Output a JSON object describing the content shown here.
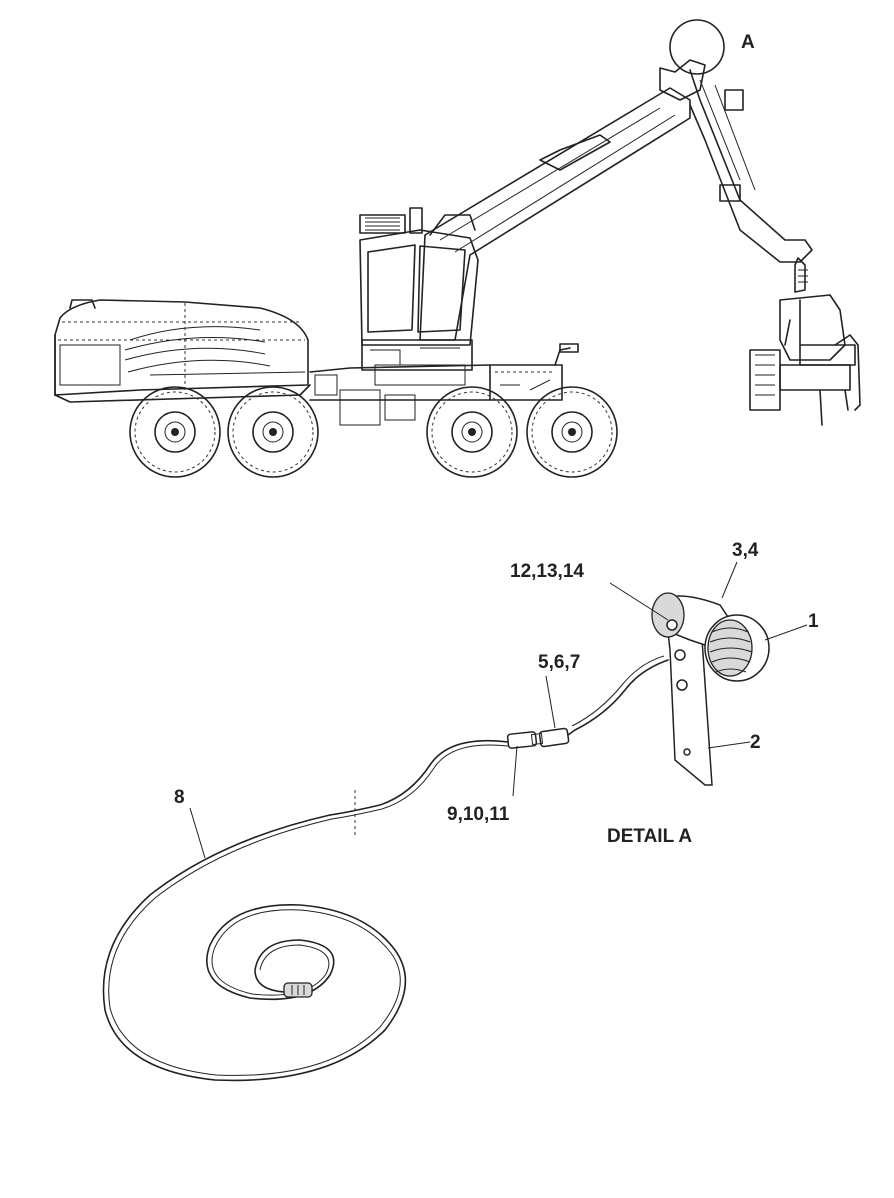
{
  "detail_marker": "A",
  "detail_title": "DETAIL A",
  "callouts": {
    "c1": "1",
    "c2": "2",
    "c3_4": "3,4",
    "c5_6_7": "5,6,7",
    "c8": "8",
    "c9_10_11": "9,10,11",
    "c12_13_14": "12,13,14"
  },
  "colors": {
    "ink": "#222222",
    "background": "#ffffff"
  }
}
